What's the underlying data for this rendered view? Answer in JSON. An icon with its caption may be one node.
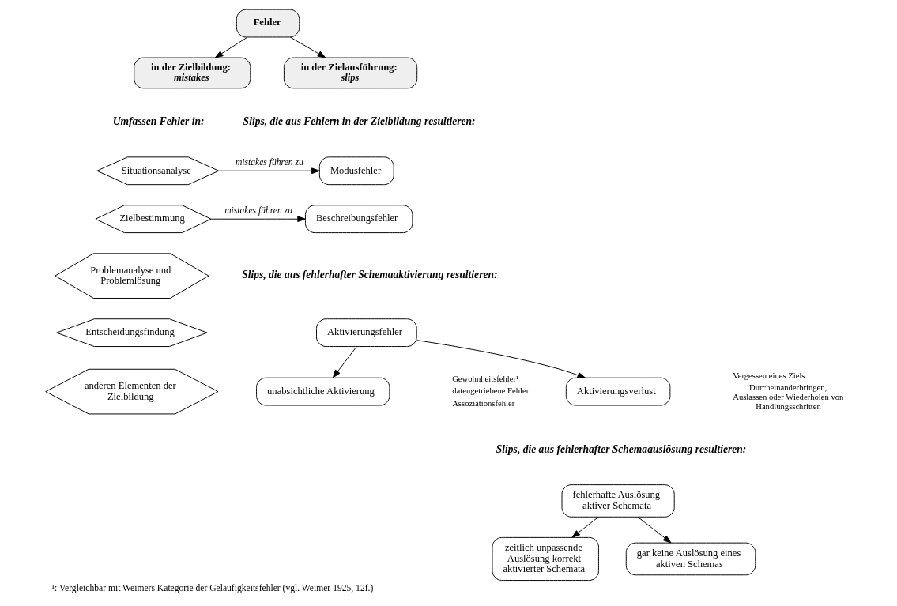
{
  "diagram": {
    "caption": "¹: Vergleichbar mit Weimers Kategorie der Geläufigkeitsfehler (vgl. Weimer 1925, 12f.)",
    "nodes": [
      {
        "text": [
          "Fehler"
        ]
      },
      {
        "text": [
          "in der Zielbildung:",
          "mistakes"
        ]
      },
      {
        "text": [
          "in der Zielausführung:",
          "slips"
        ]
      },
      {
        "text": [
          "Situationsanalyse"
        ]
      },
      {
        "text": [
          "Zielbestimmung"
        ]
      },
      {
        "text": [
          "Problemanalyse und Problemlösung"
        ]
      },
      {
        "text": [
          "Entscheidungsfindung"
        ]
      },
      {
        "text": [
          "anderen Elementen der Zielbildung"
        ]
      },
      {
        "text": [
          "Modusfehler"
        ]
      },
      {
        "text": [
          "Beschreibungsfehler"
        ]
      },
      {
        "text": [
          "Aktivierungsfehler"
        ]
      },
      {
        "text": [
          "unabsichtliche Aktivierung"
        ],
        "beside": [
          "Gewohnheitsfehler¹",
          "datengetriebene Fehler",
          "Assoziationsfehler"
        ]
      },
      {
        "text": [
          "Aktivierungsverlust"
        ],
        "beside": [
          "Vergessen eines Ziels",
          "Durcheinanderbringen, Auslassen oder Wiederholen von Handlungsschritten"
        ]
      },
      {
        "text": [
          "fehlerhafte Auslösung aktiver Schemata"
        ]
      },
      {
        "text": [
          "zeitlich unpassende Auslösung korrekt aktivierter Schemata"
        ]
      },
      {
        "text": [
          "gar keine Auslösung eines aktiven Schemas"
        ]
      }
    ],
    "edges": [
      {
        "from": 0,
        "to": 1,
        "arrow": "to"
      },
      {
        "from": 0,
        "to": 2,
        "arrow": "to"
      },
      {
        "from": 3,
        "to": 8,
        "arrow": "to",
        "label": "mistakes führen zu"
      },
      {
        "from": 4,
        "to": 9,
        "arrow": "to",
        "label": "mistakes führen zu"
      },
      {
        "from": 10,
        "to": 11,
        "arrow": "to"
      },
      {
        "from": 10,
        "to": 12,
        "arrow": "to"
      },
      {
        "from": 13,
        "to": 14,
        "arrow": "to"
      },
      {
        "from": 13,
        "to": 15,
        "arrow": "to"
      }
    ],
    "labels": [
      "Umfassen Fehler in:",
      "Slips, die aus Fehlern in der Zielbildung resultieren:",
      "Slips, die aus fehlerhafter Schemaaktivierung resultieren:",
      "Slips, die aus fehlerhafter Schemaauslösung resultieren:"
    ]
  }
}
